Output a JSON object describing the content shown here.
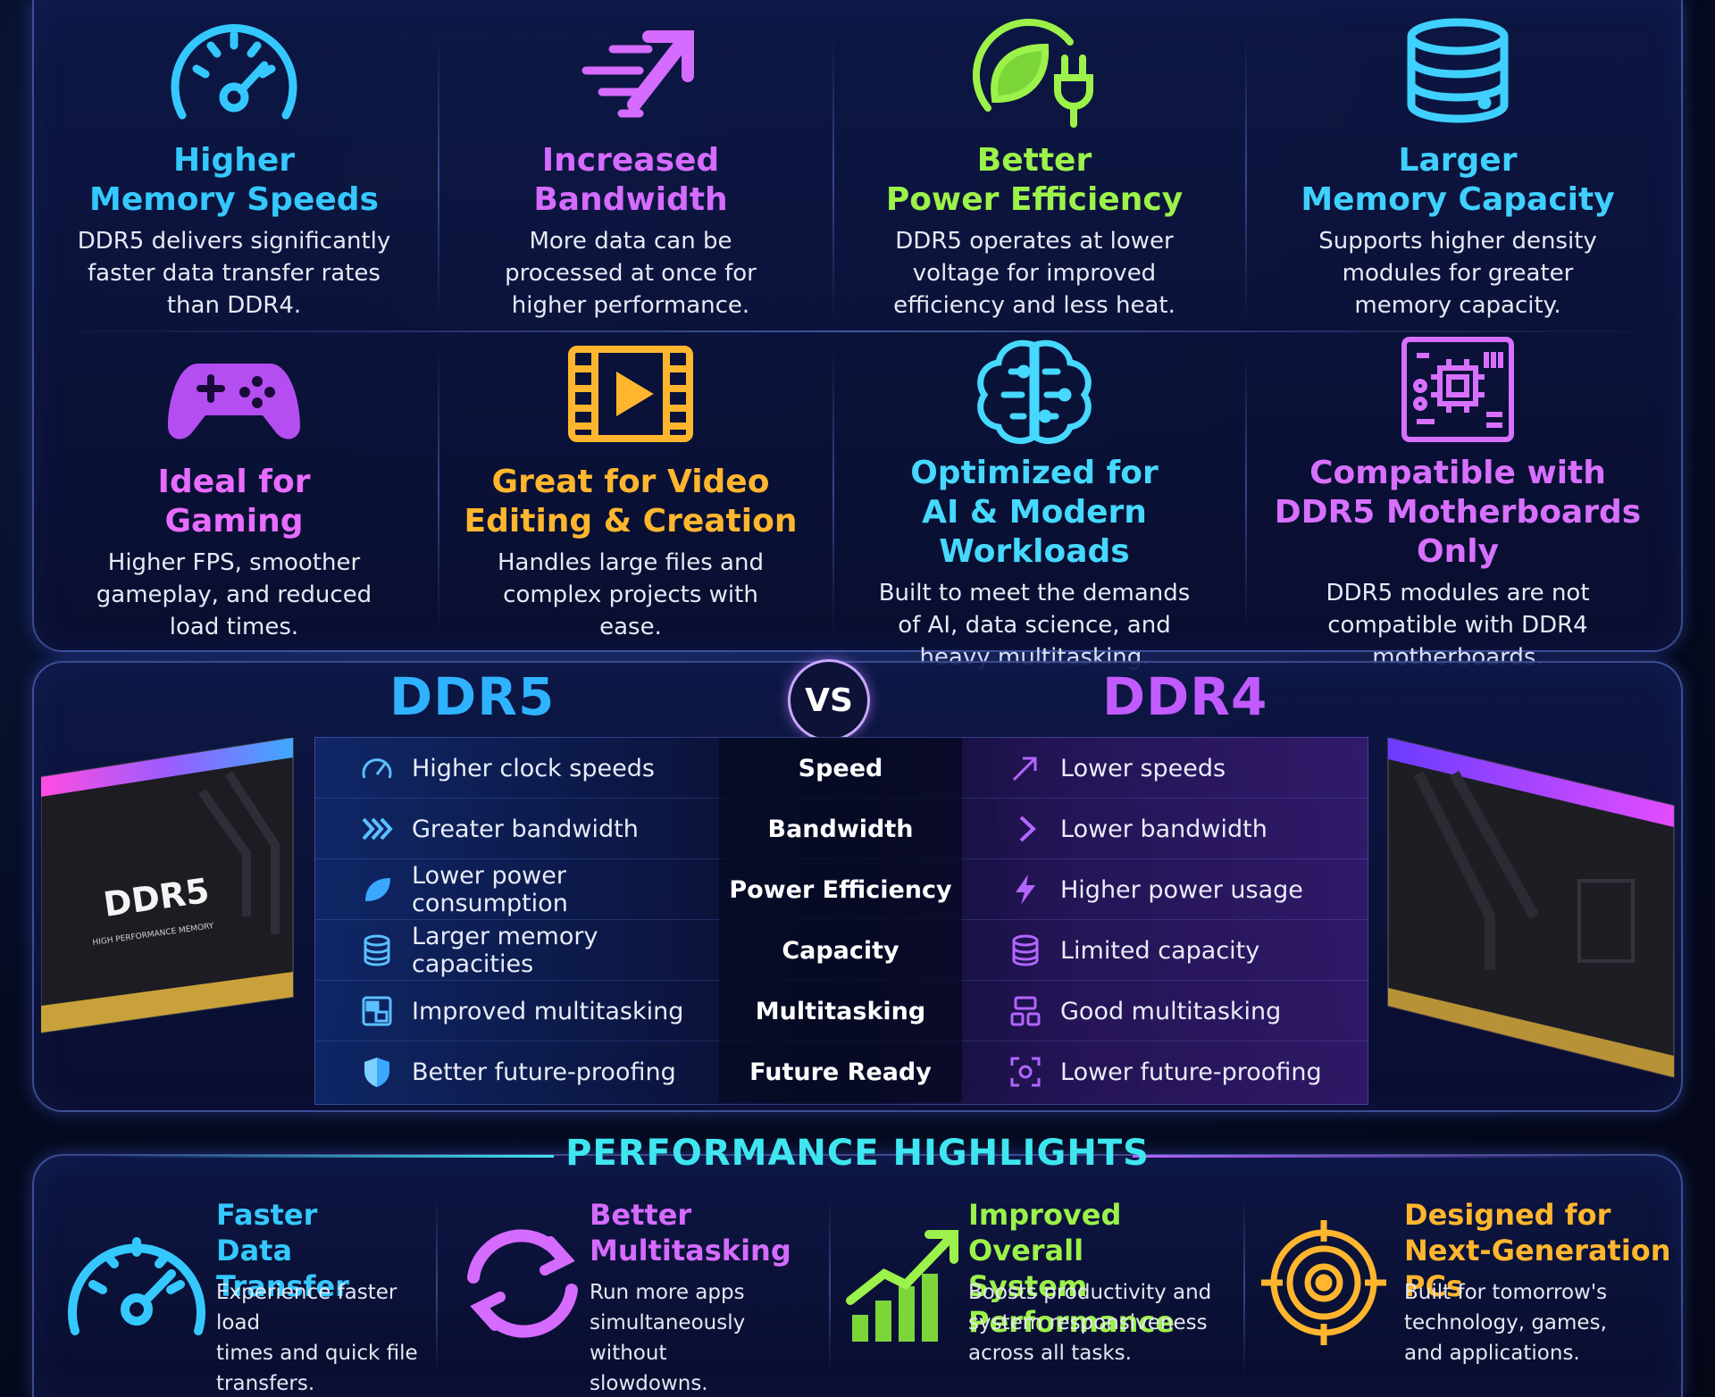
{
  "features": [
    {
      "title_1": "Higher",
      "title_2": "Memory Speeds",
      "color": "#35c8ff",
      "icon": "speedometer-icon",
      "desc": [
        "DDR5 delivers significantly",
        "faster data transfer rates",
        "than DDR4."
      ]
    },
    {
      "title_1": "Increased",
      "title_2": "Bandwidth",
      "color": "#d56bff",
      "icon": "arrow-up-right-icon",
      "desc": [
        "More data can be",
        "processed at once for",
        "higher performance."
      ]
    },
    {
      "title_1": "Better",
      "title_2": "Power Efficiency",
      "color": "#9cf24a",
      "icon": "leaf-plug-icon",
      "desc": [
        "DDR5 operates at lower",
        "voltage for improved",
        "efficiency and less heat."
      ]
    },
    {
      "title_1": "Larger",
      "title_2": "Memory Capacity",
      "color": "#3fd0ff",
      "icon": "database-icon",
      "desc": [
        "Supports higher density",
        "modules for greater",
        "memory capacity."
      ]
    },
    {
      "title_1": "Ideal for",
      "title_2": "Gaming",
      "color": "#e86cff",
      "icon": "gamepad-icon",
      "desc": [
        "Higher FPS, smoother",
        "gameplay, and reduced",
        "load times."
      ]
    },
    {
      "title_1": "Great for Video",
      "title_2": "Editing & Creation",
      "color": "#ffb62e",
      "icon": "film-play-icon",
      "desc": [
        "Handles large files and",
        "complex projects with",
        "ease."
      ]
    },
    {
      "title_1": "Optimized for",
      "title_2": "AI & Modern Workloads",
      "color": "#46d8ff",
      "icon": "brain-icon",
      "desc": [
        "Built to meet the demands",
        "of AI, data science, and",
        "heavy multitasking."
      ]
    },
    {
      "title_1": "Compatible with",
      "title_2": "DDR5 Motherboards Only",
      "color": "#d870ff",
      "icon": "motherboard-icon",
      "desc": [
        "DDR5 modules are not",
        "compatible with DDR4",
        "motherboards."
      ]
    }
  ],
  "compare": {
    "left_title": "DDR5",
    "right_title": "DDR4",
    "vs": "VS",
    "left_color": "#2fb2ff",
    "right_color": "#c25bff",
    "ram_label": "DDR5",
    "ram_sublabel": "HIGH PERFORMANCE MEMORY",
    "rows": [
      {
        "ddr5": "Higher clock speeds",
        "metric": "Speed",
        "ddr4": "Lower speeds",
        "ddr5_icon": "gauge-icon",
        "ddr4_icon": "arrow-icon"
      },
      {
        "ddr5": "Greater bandwidth",
        "metric": "Bandwidth",
        "ddr4": "Lower bandwidth",
        "ddr5_icon": "chevrons-icon",
        "ddr4_icon": "chevron-icon"
      },
      {
        "ddr5": "Lower power consumption",
        "metric": "Power Efficiency",
        "ddr4": "Higher power usage",
        "ddr5_icon": "leaf-icon",
        "ddr4_icon": "bolt-icon"
      },
      {
        "ddr5": "Larger memory capacities",
        "metric": "Capacity",
        "ddr4": "Limited capacity",
        "ddr5_icon": "database-icon",
        "ddr4_icon": "database-icon"
      },
      {
        "ddr5": "Improved multitasking",
        "metric": "Multitasking",
        "ddr4": "Good multitasking",
        "ddr5_icon": "windows-icon",
        "ddr4_icon": "windows-icon"
      },
      {
        "ddr5": "Better future-proofing",
        "metric": "Future Ready",
        "ddr4": "Lower future-proofing",
        "ddr5_icon": "shield-icon",
        "ddr4_icon": "expand-icon"
      }
    ]
  },
  "highlights": {
    "title": "PERFORMANCE HIGHLIGHTS",
    "items": [
      {
        "title_1": "Faster",
        "title_2": "Data Transfer",
        "color": "#35c8ff",
        "icon": "speedometer-icon",
        "desc": [
          "Experience faster load",
          "times and quick file",
          "transfers."
        ]
      },
      {
        "title_1": "Better",
        "title_2": "Multitasking",
        "color": "#d56bff",
        "icon": "cycle-arrows-icon",
        "desc": [
          "Run more apps",
          "simultaneously without",
          "slowdowns."
        ]
      },
      {
        "title_1": "Improved Overall",
        "title_2": "System Performance",
        "color": "#9cf24a",
        "icon": "growth-chart-icon",
        "desc": [
          "Boosts productivity and",
          "system responsiveness",
          "across all tasks."
        ]
      },
      {
        "title_1": "Designed for",
        "title_2": "Next-Generation PCs",
        "color": "#ffb62e",
        "icon": "target-icon",
        "desc": [
          "Built for tomorrow's",
          "technology, games,",
          "and applications."
        ]
      }
    ]
  }
}
